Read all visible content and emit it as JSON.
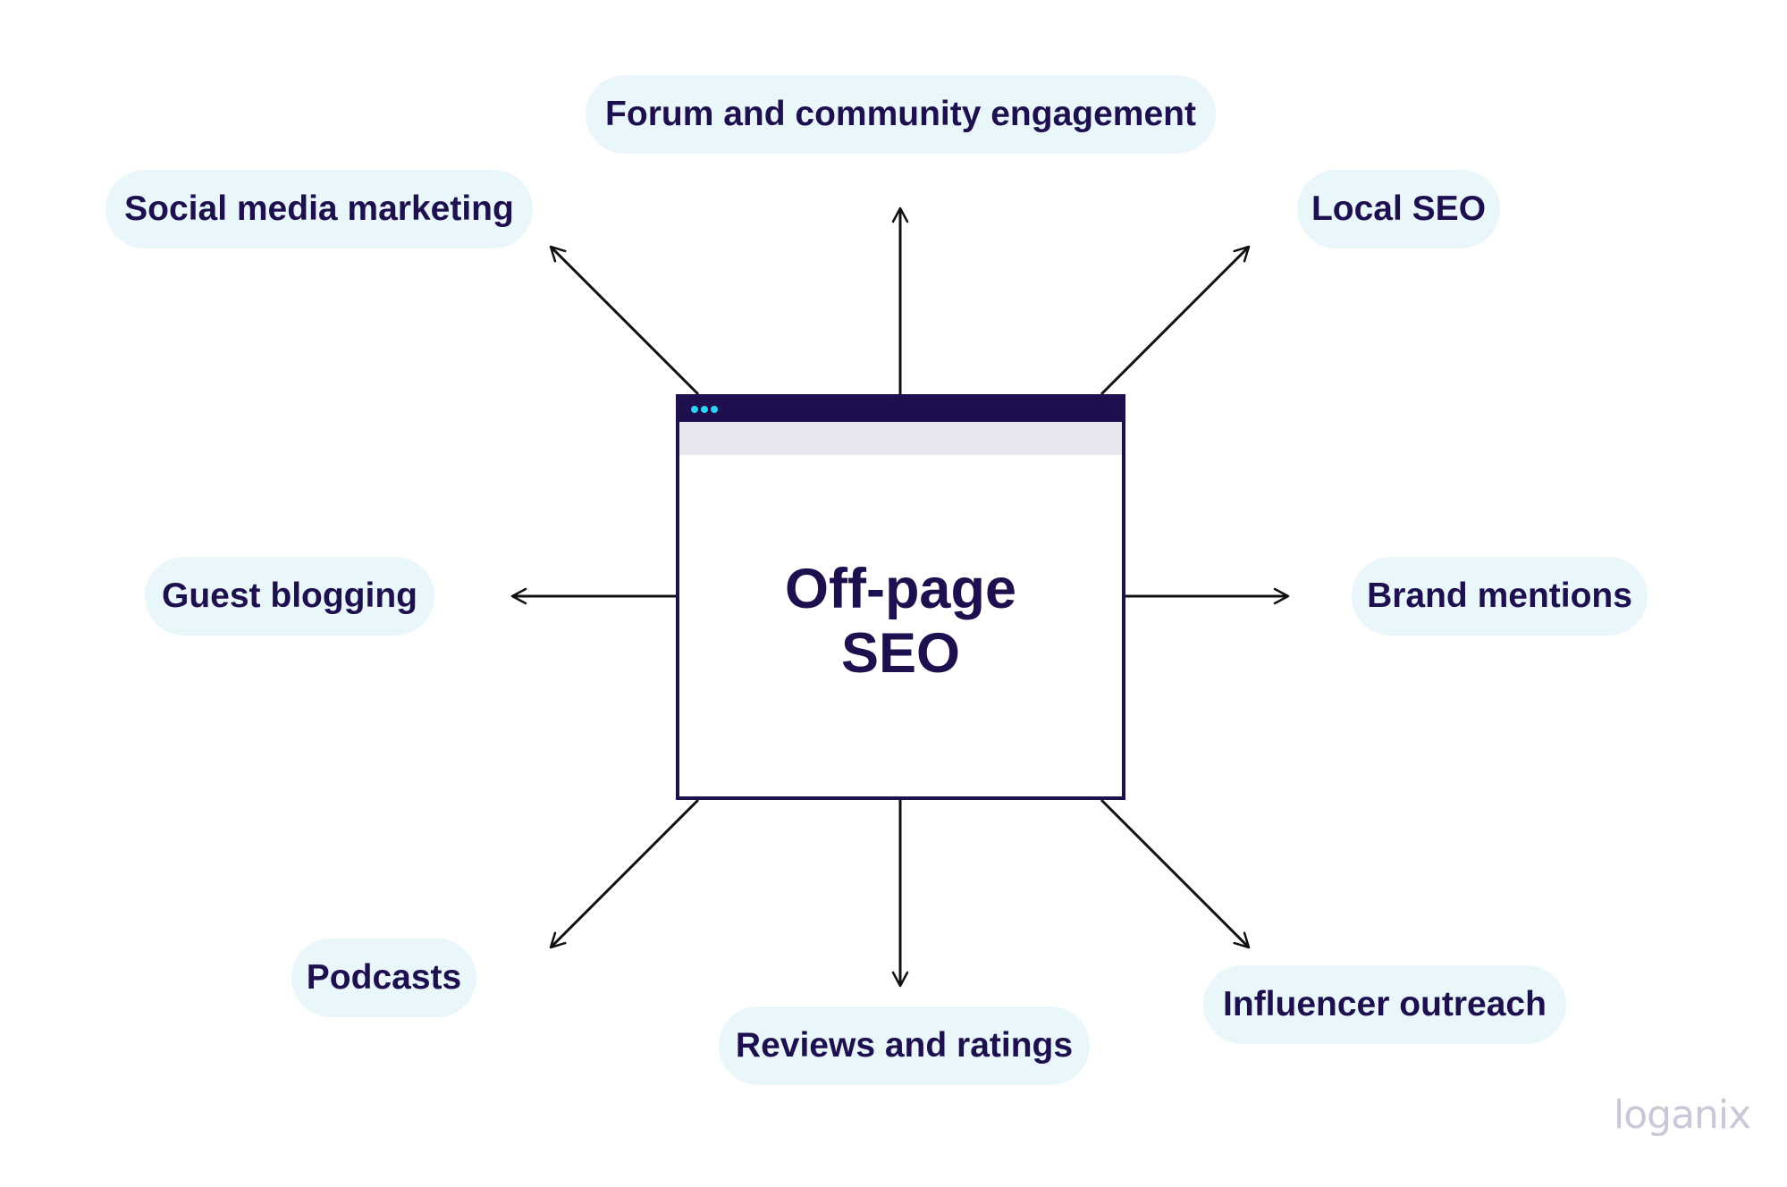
{
  "center": {
    "line1": "Off-page",
    "line2": "SEO"
  },
  "nodes": {
    "forum": "Forum and community engagement",
    "social": "Social media marketing",
    "local": "Local SEO",
    "guest": "Guest blogging",
    "brand": "Brand mentions",
    "podcasts": "Podcasts",
    "reviews": "Reviews and ratings",
    "influencer": "Influencer outreach"
  },
  "logo": "loganix",
  "colors": {
    "ink": "#1e0f4f",
    "pill": "#e9f6fa",
    "arrow": "#111111",
    "dots": "#2bd4f0"
  }
}
